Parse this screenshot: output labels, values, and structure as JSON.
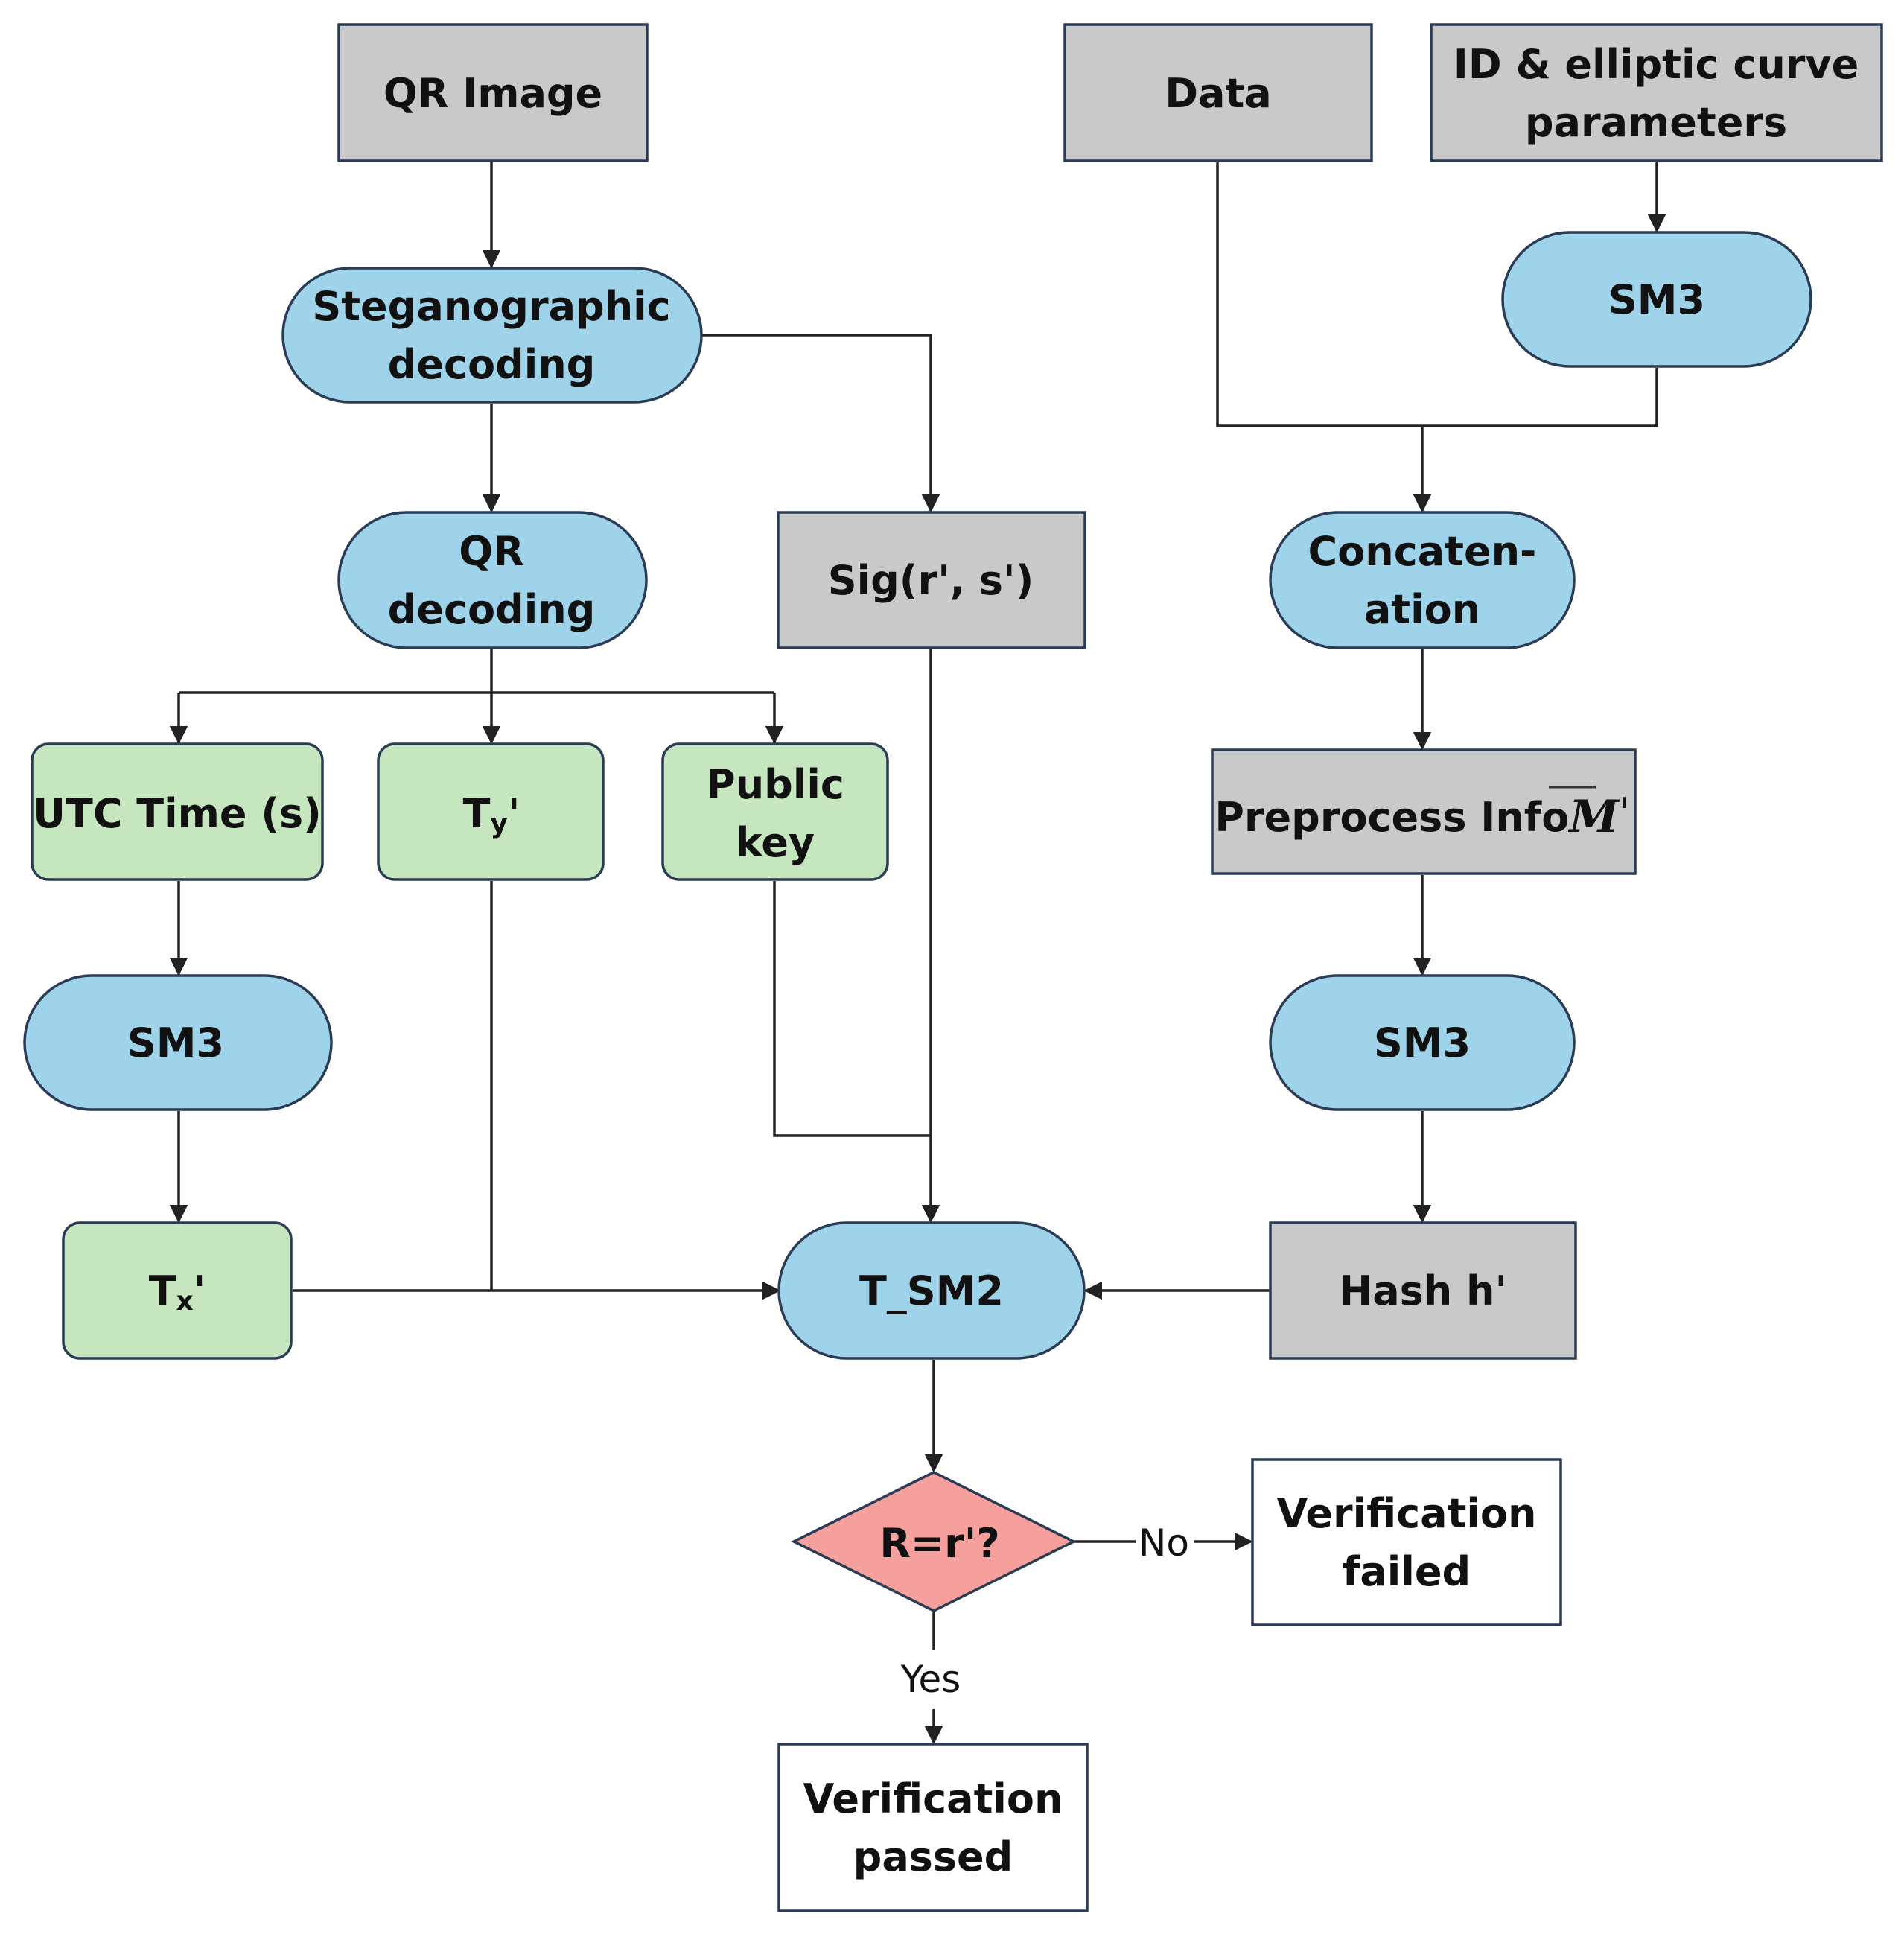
{
  "colors": {
    "gray": "#c9c9c9",
    "blue": "#9ed3ea",
    "green": "#c6e6c0",
    "red": "#f5a09c",
    "white": "#ffffff",
    "stroke": "#2a3b55",
    "edge": "#222222"
  },
  "nodes": {
    "qr_image": {
      "lines": [
        "QR Image"
      ]
    },
    "data": {
      "lines": [
        "Data"
      ]
    },
    "id_params": {
      "lines": [
        "ID & elliptic curve",
        "parameters"
      ]
    },
    "sm3_top": {
      "lines": [
        "SM3"
      ]
    },
    "steg_decoding": {
      "lines": [
        "Steganographic",
        "decoding"
      ]
    },
    "qr_decoding": {
      "lines": [
        "QR",
        "decoding"
      ]
    },
    "sig": {
      "lines": [
        "Sig(r', s')"
      ]
    },
    "concatenation": {
      "lines": [
        "Concaten-",
        "ation"
      ]
    },
    "utc_time": {
      "lines": [
        "UTC Time (s)"
      ]
    },
    "ty": {
      "main": "T",
      "sub": "y",
      "suffix": "'"
    },
    "public_key": {
      "lines": [
        "Public",
        "key"
      ]
    },
    "preprocess": {
      "text": "Preprocess Info",
      "math": "M",
      "suffix": "'"
    },
    "sm3_left": {
      "lines": [
        "SM3"
      ]
    },
    "sm3_right": {
      "lines": [
        "SM3"
      ]
    },
    "tx": {
      "main": "T",
      "sub": "x",
      "suffix": "'"
    },
    "t_sm2": {
      "lines": [
        "T_SM2"
      ]
    },
    "hash": {
      "lines": [
        "Hash h'"
      ]
    },
    "decision": {
      "lines": [
        "R=r'?"
      ]
    },
    "verification_failed": {
      "lines": [
        "Verification",
        "failed"
      ]
    },
    "verification_passed": {
      "lines": [
        "Verification",
        "passed"
      ]
    }
  },
  "edge_labels": {
    "no": "No",
    "yes": "Yes"
  }
}
